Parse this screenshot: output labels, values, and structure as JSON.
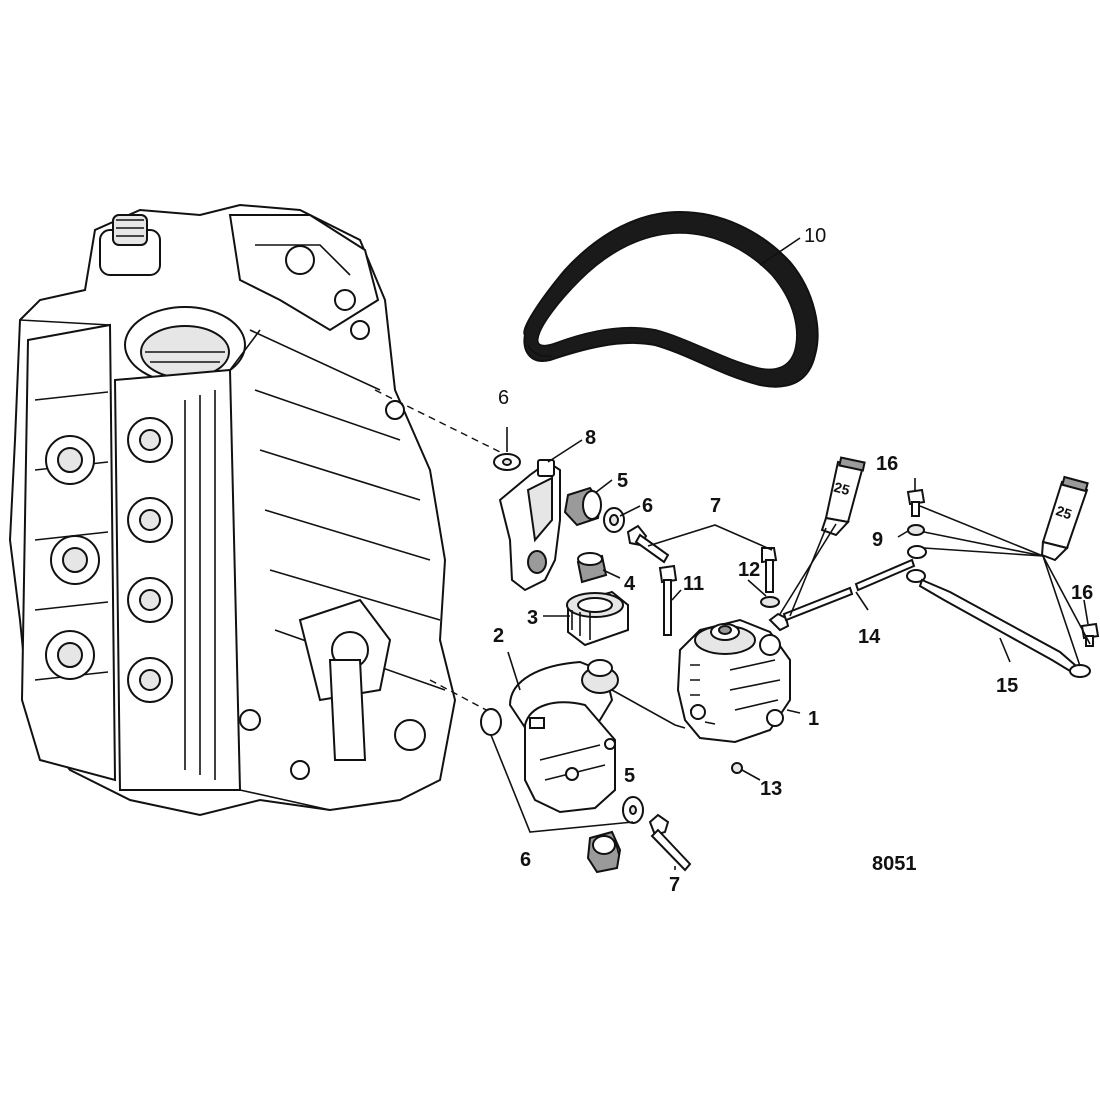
{
  "diagram_id": "8051",
  "callouts": {
    "c1": "1",
    "c2": "2",
    "c3": "3",
    "c4": "4",
    "c5a": "5",
    "c5b": "5",
    "c6a": "6",
    "c6b": "6",
    "c6c": "6",
    "c7a": "7",
    "c7b": "7",
    "c8": "8",
    "c9": "9",
    "c10": "10",
    "c11": "11",
    "c12": "12",
    "c13": "13",
    "c14": "14",
    "c15": "15",
    "c16a": "16",
    "c16b": "16"
  },
  "tubes": {
    "tube1": "25",
    "tube2": "25"
  }
}
